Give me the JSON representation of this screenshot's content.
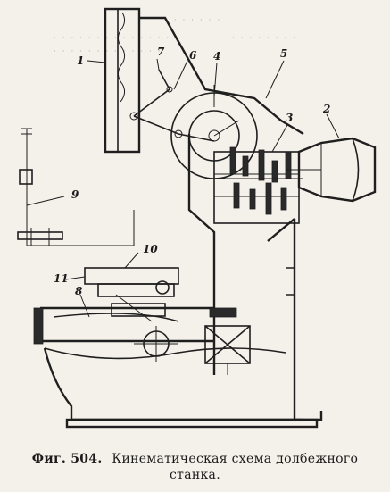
{
  "caption": {
    "figure_label": "Фиг. 504.",
    "line1": "Кинематическая схема долбежного",
    "line2": "станка."
  },
  "callouts": {
    "c1": "1",
    "c2": "2",
    "c3": "3",
    "c4": "4",
    "c5": "5",
    "c6": "6",
    "c7": "7",
    "c8": "8",
    "c9": "9",
    "c10": "10",
    "c11": "11"
  }
}
